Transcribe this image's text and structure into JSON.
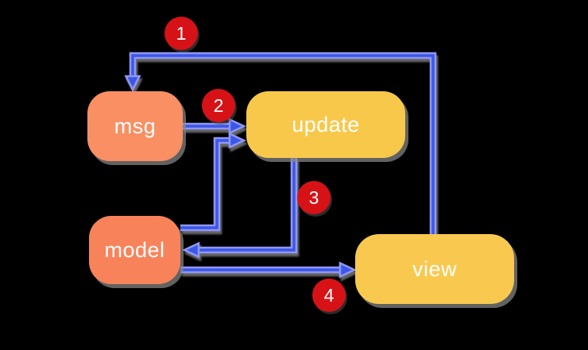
{
  "diagram": {
    "description": "Architecture flow diagram with four nodes and numbered steps",
    "colors": {
      "bg": "#000000",
      "arrow_core": "#3B57EA",
      "arrow_outline": "#9097F0",
      "badge": "#D61216",
      "badge_text": "#FFFFFF",
      "node_text": "#FFFFFF"
    },
    "nodes": [
      {
        "id": "msg",
        "label": "msg",
        "fill": "#F98F63"
      },
      {
        "id": "update",
        "label": "update",
        "fill": "#F8C84B"
      },
      {
        "id": "model",
        "label": "model",
        "fill": "#F8835B"
      },
      {
        "id": "view",
        "label": "view",
        "fill": "#F9C94F"
      }
    ],
    "edges": [
      {
        "from": "view",
        "to": "msg",
        "badge": "1"
      },
      {
        "from": "msg",
        "to": "update",
        "badge": "2"
      },
      {
        "from": "model",
        "to": "update",
        "badge": null
      },
      {
        "from": "update",
        "to": "model",
        "badge": "3"
      },
      {
        "from": "model",
        "to": "view",
        "badge": "4"
      }
    ],
    "badges": [
      {
        "number": "1"
      },
      {
        "number": "2"
      },
      {
        "number": "3"
      },
      {
        "number": "4"
      }
    ]
  }
}
